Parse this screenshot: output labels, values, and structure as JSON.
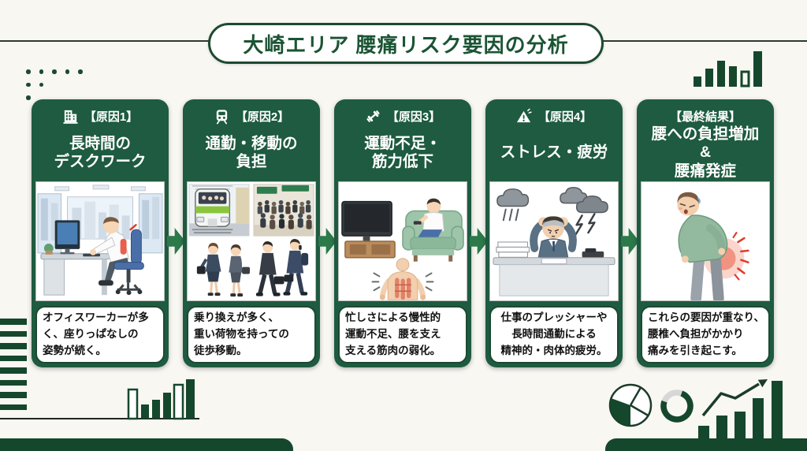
{
  "title": "大崎エリア 腰痛リスク要因の分析",
  "colors": {
    "card_green": "#1e5b40",
    "deco_green": "#15472c",
    "arrow_green": "#2c7a4a",
    "border_green": "#1c4a31",
    "title_text": "#1b5434",
    "background": "#f8f7f2"
  },
  "cards": [
    {
      "label": "【原因1】",
      "icon": "building-icon",
      "title_lines": [
        "長時間の",
        "デスクワーク"
      ],
      "desc_lines": [
        "オフィスワーカーが多",
        "く、座りっぱなしの",
        "姿勢が続く。"
      ]
    },
    {
      "label": "【原因2】",
      "icon": "train-icon",
      "title_lines": [
        "通勤・移動の",
        "負担"
      ],
      "desc_lines": [
        "乗り換えが多く、",
        "重い荷物を持っての",
        "徒歩移動。"
      ]
    },
    {
      "label": "【原因3】",
      "icon": "dumbbell-icon",
      "title_lines": [
        "運動不足・",
        "筋力低下"
      ],
      "desc_lines": [
        "忙しさによる慢性的",
        "運動不足、腰を支え",
        "支える筋肉の弱化。"
      ]
    },
    {
      "label": "【原因4】",
      "icon": "warning-icon",
      "title_lines": [
        "ストレス・疲労"
      ],
      "desc_lines": [
        "仕事のプレッシャーや",
        "長時間通勤による",
        "精神的・肉体的疲労。"
      ]
    },
    {
      "label": "【最終結果】",
      "icon": null,
      "title_lines": [
        "腰への負担増加",
        "&",
        "腰痛発症"
      ],
      "desc_lines": [
        "これらの要因が重なり、",
        "腰椎へ負担がかかり",
        "痛みを引き起こす。"
      ]
    }
  ],
  "decorations": [
    "dots-grid",
    "bar-chart-top-right",
    "stripes-bottom-left",
    "bar-chart-bottom-left",
    "pie-chart",
    "donut-chart",
    "growth-chart-arrow",
    "bottom-bar-left",
    "bottom-bar-right"
  ]
}
